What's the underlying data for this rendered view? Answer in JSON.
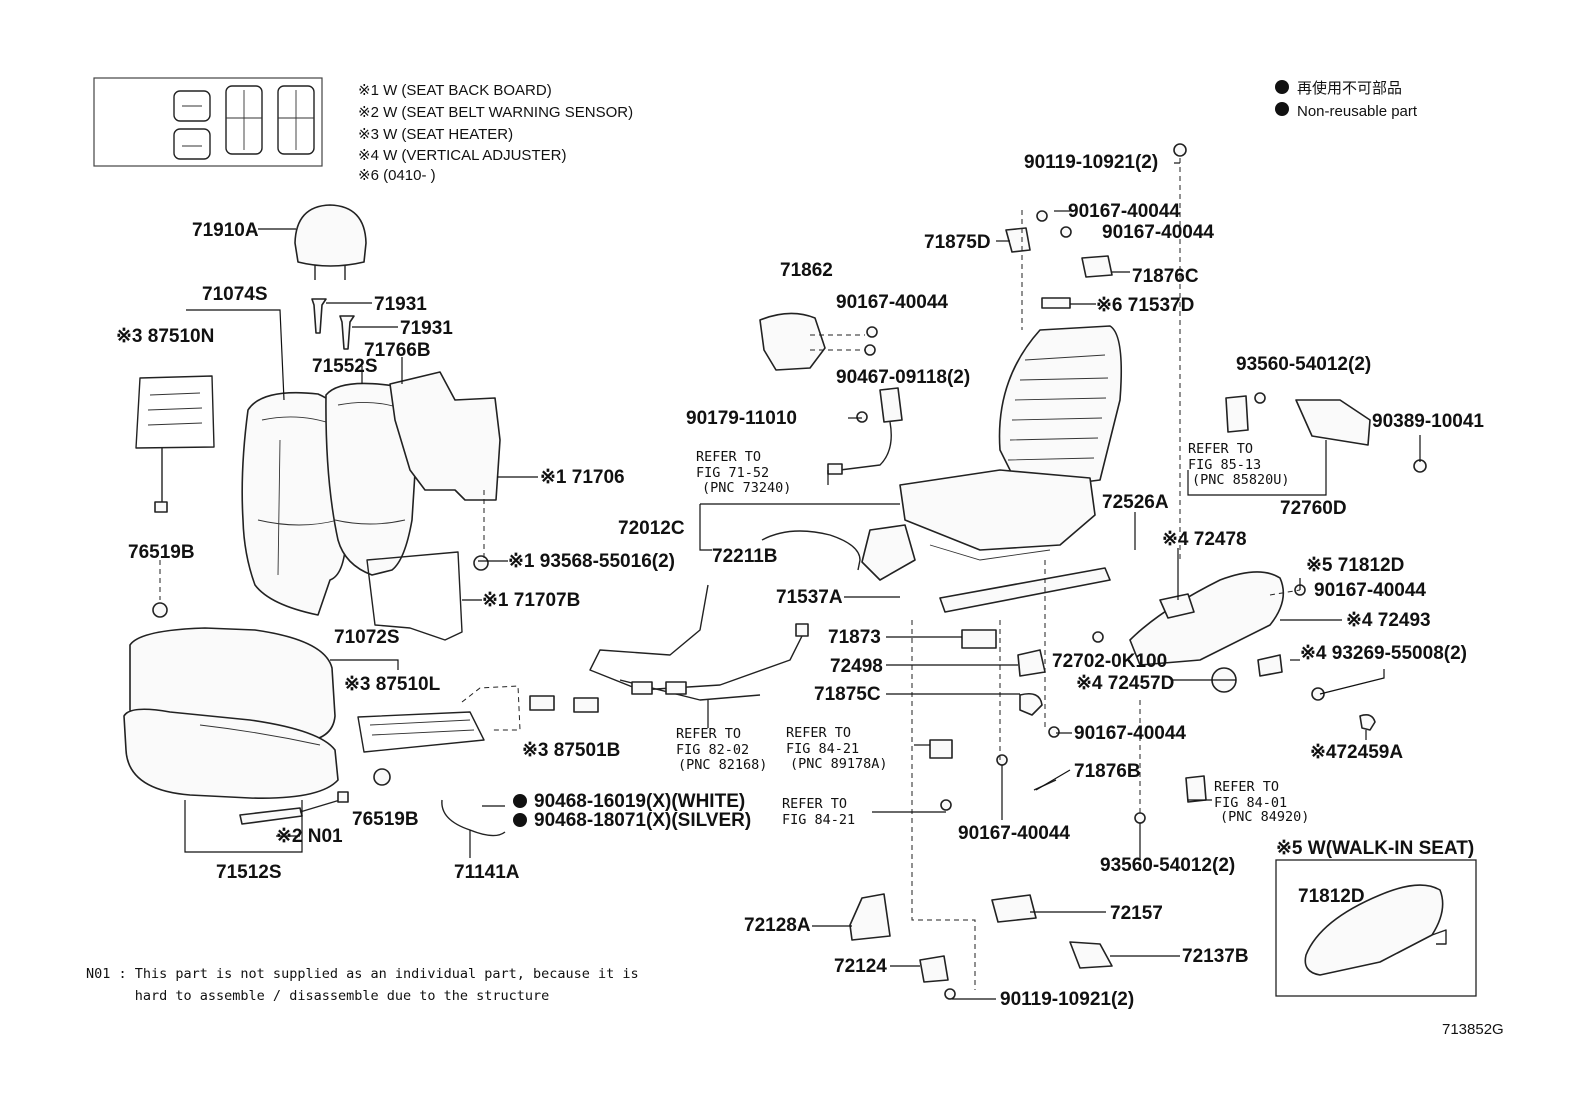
{
  "legend_box_notes": [
    "※1  W (SEAT BACK BOARD)",
    "※2  W (SEAT BELT WARNING SENSOR)",
    "※3  W (SEAT  HEATER)",
    "※4  W (VERTICAL ADJUSTER)",
    "※6  (0410-        )"
  ],
  "legend_marks": {
    "jp": "再使用不可部品",
    "en": "Non-reusable part"
  },
  "labels": {
    "p71910A": "71910A",
    "p71074S": "71074S",
    "p87510N": "※3 87510N",
    "p71931a": "71931",
    "p71931b": "71931",
    "p71552S": "71552S",
    "p71766B": "71766B",
    "p71706": "※1 71706",
    "p93568": "※1 93568-55016(2)",
    "p71707B": "※1 71707B",
    "p76519Ba": "76519B",
    "p76519Bb": "76519B",
    "p71072S": "71072S",
    "p87510L": "※3 87510L",
    "p87501B": "※3 87501B",
    "pN01": "※2 N01",
    "p71512S": "71512S",
    "p71141A": "71141A",
    "p90468a": "90468-16019(X)(WHITE)",
    "p90468b": "90468-18071(X)(SILVER)",
    "p71862": "71862",
    "p90167a": "90167-40044",
    "p90467": "90467-09118(2)",
    "p90179": "90179-11010",
    "p71875D": "71875D",
    "p90167b": "90167-40044",
    "p90167c": "90167-40044",
    "p71876C": "71876C",
    "p71537D": "※6 71537D",
    "p90119a": "90119-10921(2)",
    "p93560a": "93560-54012(2)",
    "p90389": "90389-10041",
    "p72760D": "72760D",
    "p72012C": "72012C",
    "p72211B": "72211B",
    "p72526A": "72526A",
    "p72478": "※4 72478",
    "p71812Da": "※5 71812D",
    "p90167d": "90167-40044",
    "p72493": "※4 72493",
    "p93269": "※4 93269-55008(2)",
    "p71537A": "71537A",
    "p71873": "71873",
    "p72498": "72498",
    "p72702": "72702-0K100",
    "p72457D": "※4 72457D",
    "p71875C": "71875C",
    "p90167e": "90167-40044",
    "p472459A": "※472459A",
    "p71876B": "71876B",
    "p90167f": "90167-40044",
    "p93560b": "93560-54012(2)",
    "p72128A": "72128A",
    "p72157": "72157",
    "p72137B": "72137B",
    "p72124": "72124",
    "p90119b": "90119-10921(2)",
    "walkin_title": "※5 W(WALK-IN SEAT)",
    "p71812Db": "71812D"
  },
  "refer_notes": [
    {
      "line1": "REFER TO",
      "line2": "FIG 71-52",
      "line3": "(PNC 73240)"
    },
    {
      "line1": "REFER TO",
      "line2": "FIG 85-13",
      "line3": "(PNC 85820U)"
    },
    {
      "line1": "REFER TO",
      "line2": "FIG 82-02",
      "line3": "(PNC 82168)"
    },
    {
      "line1": "REFER TO",
      "line2": "FIG 84-21",
      "line3": "(PNC 89178A)"
    },
    {
      "line1": "REFER TO",
      "line2": "FIG 84-21",
      "line3": ""
    },
    {
      "line1": "REFER TO",
      "line2": "FIG 84-01",
      "line3": "(PNC 84920)"
    }
  ],
  "footnote": {
    "line1": "N01 : This part is not supplied as an individual part, because it is",
    "line2": "      hard to assemble / disassemble due to the structure"
  },
  "figure_id": "713852G"
}
